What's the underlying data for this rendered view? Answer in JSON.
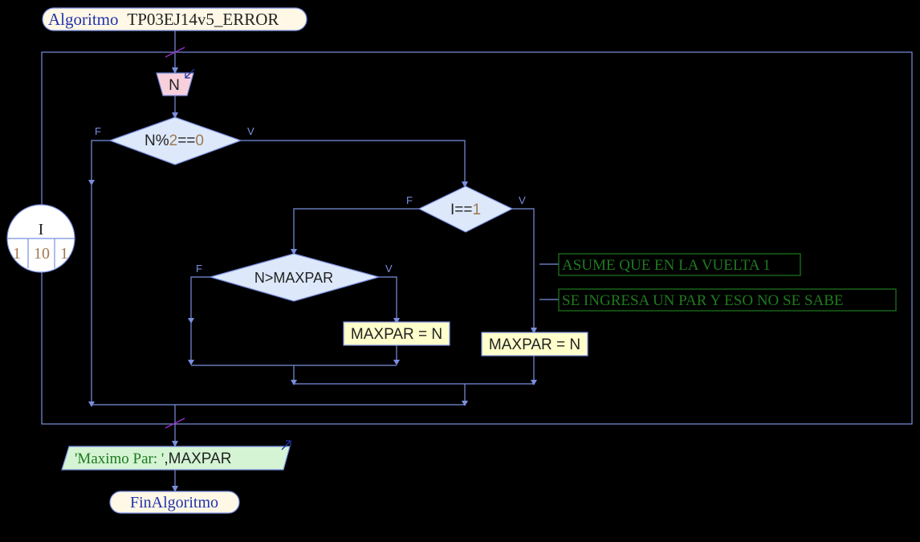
{
  "program": {
    "title_keyword": "Algoritmo",
    "title_name": "TP03EJ14v5_ERROR",
    "end_label": "FinAlgoritmo"
  },
  "loop": {
    "var": "I",
    "start": "1",
    "end": "10",
    "step": "1"
  },
  "read": {
    "var": "N"
  },
  "decisions": {
    "d1": {
      "left": "N%",
      "num": "2",
      "op": "==",
      "right": "0",
      "false_label": "F",
      "true_label": "V"
    },
    "d2": {
      "left": "I",
      "op": "==",
      "right": "1",
      "false_label": "F",
      "true_label": "V"
    },
    "d3": {
      "text": "N>MAXPAR",
      "false_label": "F",
      "true_label": "V"
    }
  },
  "assigns": {
    "a1": "MAXPAR = N",
    "a2": "MAXPAR = N"
  },
  "comments": {
    "c1": "ASUME QUE EN LA VUELTA 1",
    "c2": "SE INGRESA UN PAR Y ESO NO SE SABE"
  },
  "output": {
    "string": "'Maximo Par: '",
    "rest": ",MAXPAR"
  },
  "colors": {
    "background": "#000000",
    "line": "#7b8fe0",
    "start_fill": "#fff8e6",
    "start_text": "#2233aa",
    "read_fill": "#f8d0dc",
    "decision_fill": "#dde9fb",
    "assign_fill": "#ffffcc",
    "output_fill": "#d4f4d4",
    "output_string": "#1c7a1c",
    "comment": "#1f7a1f",
    "number": "#a07850",
    "arrow_mark": "#2233aa",
    "cut_mark": "#9b30c8"
  }
}
